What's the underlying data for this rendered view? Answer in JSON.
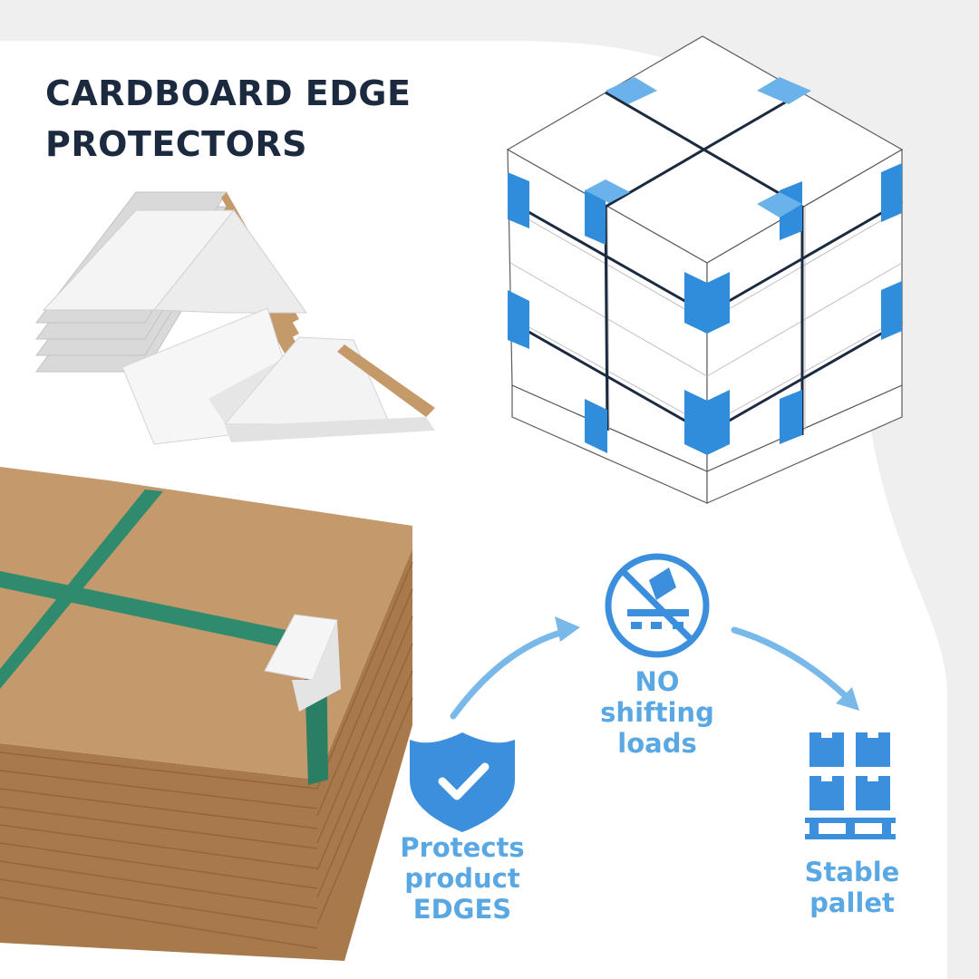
{
  "title": {
    "line1": "CARDBOARD EDGE",
    "line2": "PROTECTORS"
  },
  "benefits": [
    {
      "lines": [
        "Protects",
        "product",
        "EDGES"
      ],
      "icon": "shield-check-icon"
    },
    {
      "lines": [
        "NO",
        "shifting",
        "loads"
      ],
      "icon": "no-shifting-load-icon"
    },
    {
      "lines": [
        "Stable",
        "pallet"
      ],
      "icon": "stacked-boxes-pallet-icon"
    }
  ],
  "colors": {
    "title": "#1c2a40",
    "accent_blue": "#5aa8e3",
    "corner_blue": "#2f8ddb",
    "kraft": "#c09566",
    "strap": "#2f8a6e",
    "background": "#efefef"
  }
}
